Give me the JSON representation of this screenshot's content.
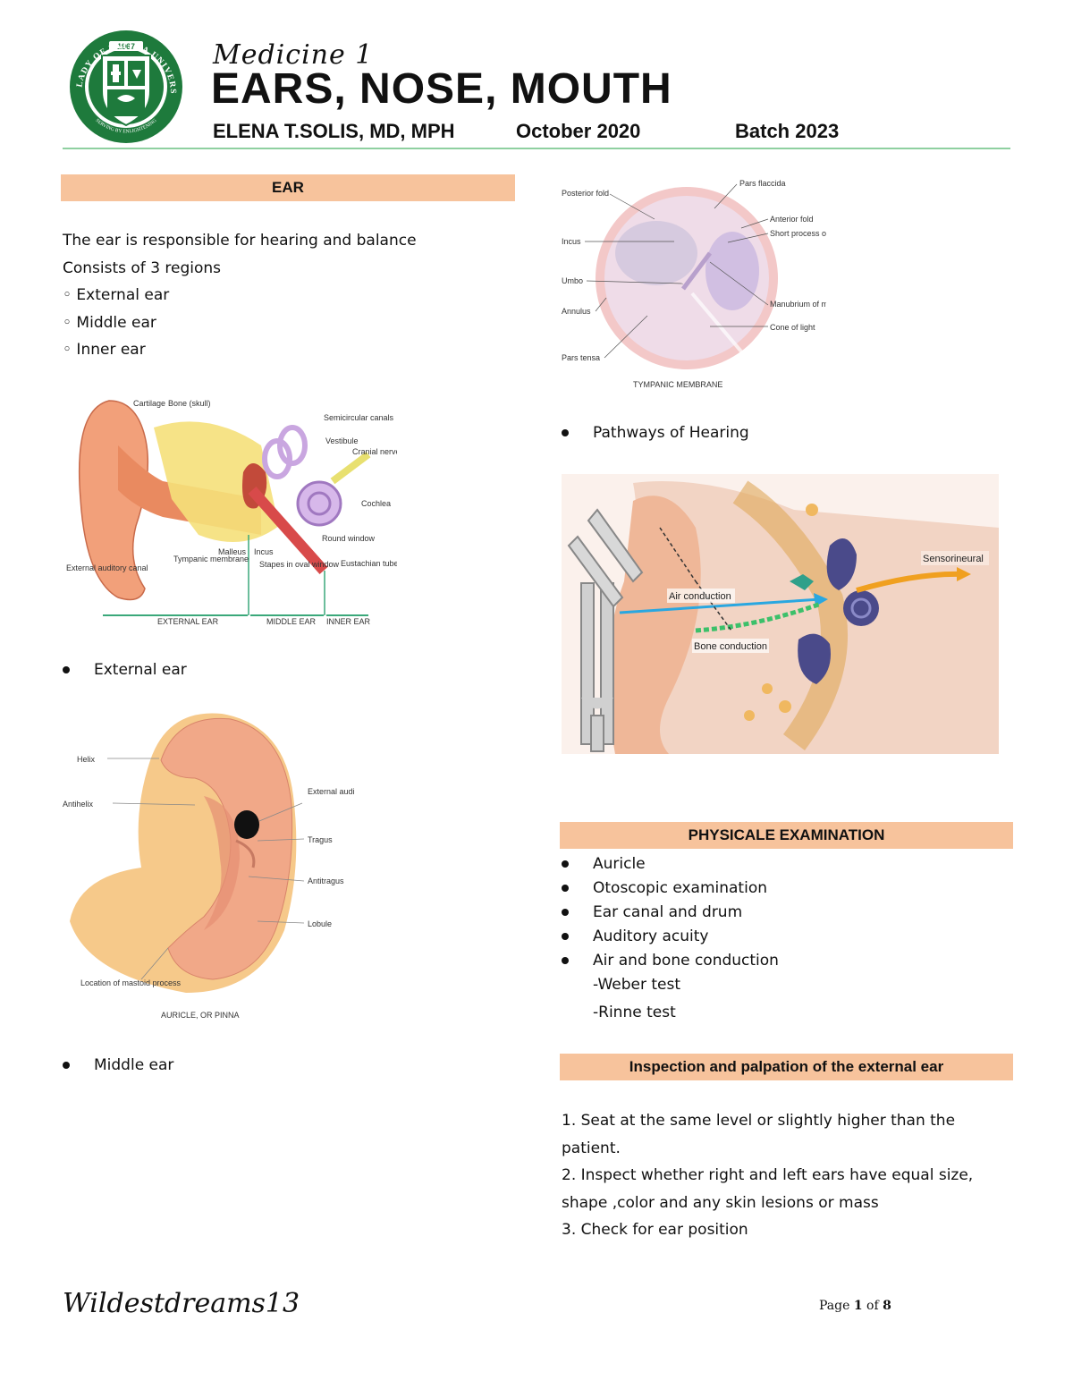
{
  "header": {
    "subtitle": "Medicine 1",
    "title": "EARS, NOSE, MOUTH",
    "author": "ELENA T.SOLIS, MD, MPH",
    "date": "October 2020",
    "batch": "Batch 2023",
    "logo": {
      "year": "1967",
      "ring_text": "OUR LADY OF FATIMA UNIVERSITY",
      "motto": "SERVING BY ENLIGHTENING",
      "colors": {
        "primary": "#1e7a3c",
        "secondary": "#ffffff"
      }
    }
  },
  "colors": {
    "band": "#f7c39c",
    "rule": "#8fd0a0",
    "air": "#29a7e0",
    "bone": "#3cc06a",
    "sensorineural": "#f0a020"
  },
  "left": {
    "section_title": "EAR",
    "intro": [
      "The ear is responsible for hearing and balance",
      "Consists of 3 regions",
      "◦ External ear",
      "◦ Middle ear",
      "◦ Inner ear"
    ],
    "fig1": {
      "labels": [
        "Cartilage",
        "Bone (skull)",
        "Semicircular canals",
        "Vestibule",
        "Cranial nerve VIII",
        "Cochlea",
        "Round window",
        "Eustachian tube",
        "Tympanic membrane",
        "Malleus",
        "Incus",
        "Stapes in oval window",
        "External auditory canal"
      ],
      "regions": [
        "EXTERNAL EAR",
        "MIDDLE EAR",
        "INNER EAR"
      ]
    },
    "bullet_external": "External ear",
    "fig2": {
      "labels": [
        "Helix",
        "Antihelix",
        "External auditory meatus",
        "Tragus",
        "Antitragus",
        "Lobule",
        "Location of mastoid process"
      ],
      "caption": "AURICLE, OR PINNA"
    },
    "bullet_middle": "Middle ear"
  },
  "right": {
    "fig3": {
      "labels_left": [
        "Posterior fold",
        "Incus",
        "Umbo",
        "Annulus",
        "Pars tensa"
      ],
      "labels_right": [
        "Pars flaccida",
        "Anterior fold",
        "Short process of malleus",
        "Manubrium of malleus",
        "Cone of light"
      ],
      "caption": "TYMPANIC MEMBRANE"
    },
    "bullet_pathways": "Pathways of Hearing",
    "fig4": {
      "labels": [
        "Sensorineural",
        "Air conduction",
        "Bone conduction"
      ]
    },
    "exam_title": "PHYSICALE EXAMINATION",
    "exam_items": [
      "Auricle",
      "Otoscopic examination",
      "Ear canal and drum",
      "Auditory acuity",
      "Air and bone conduction"
    ],
    "exam_subitems": [
      "-Weber test",
      "-Rinne test"
    ],
    "inspect_title": "Inspection and palpation of the external ear",
    "inspect_lines": [
      "1. Seat at the same level or slightly higher than the",
      "patient.",
      "2.  Inspect whether right and left ears have equal size,",
      "shape ,color and any skin lesions or mass",
      "3. Check for ear position"
    ]
  },
  "footer": {
    "signature": "Wildestdreams13",
    "page_prefix": "Page",
    "page_current": "1",
    "page_of": "of",
    "page_total": "8"
  }
}
